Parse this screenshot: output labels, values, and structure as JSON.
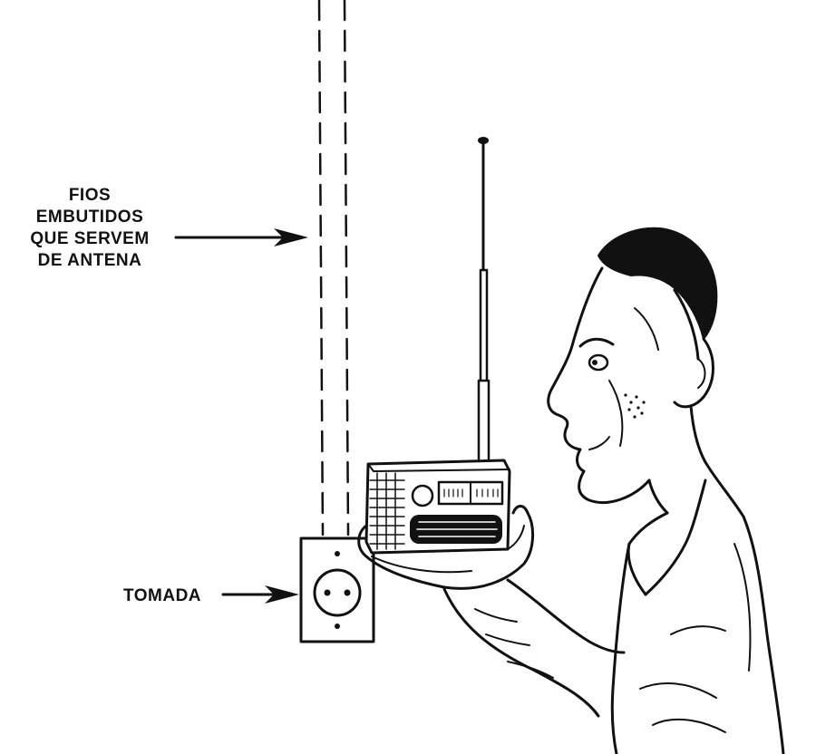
{
  "labels": {
    "wires": [
      "FIOS",
      "EMBUTIDOS",
      "QUE SERVEM",
      "DE ANTENA"
    ],
    "outlet": "TOMADA"
  },
  "colors": {
    "ink": "#111111",
    "paper": "#ffffff"
  }
}
